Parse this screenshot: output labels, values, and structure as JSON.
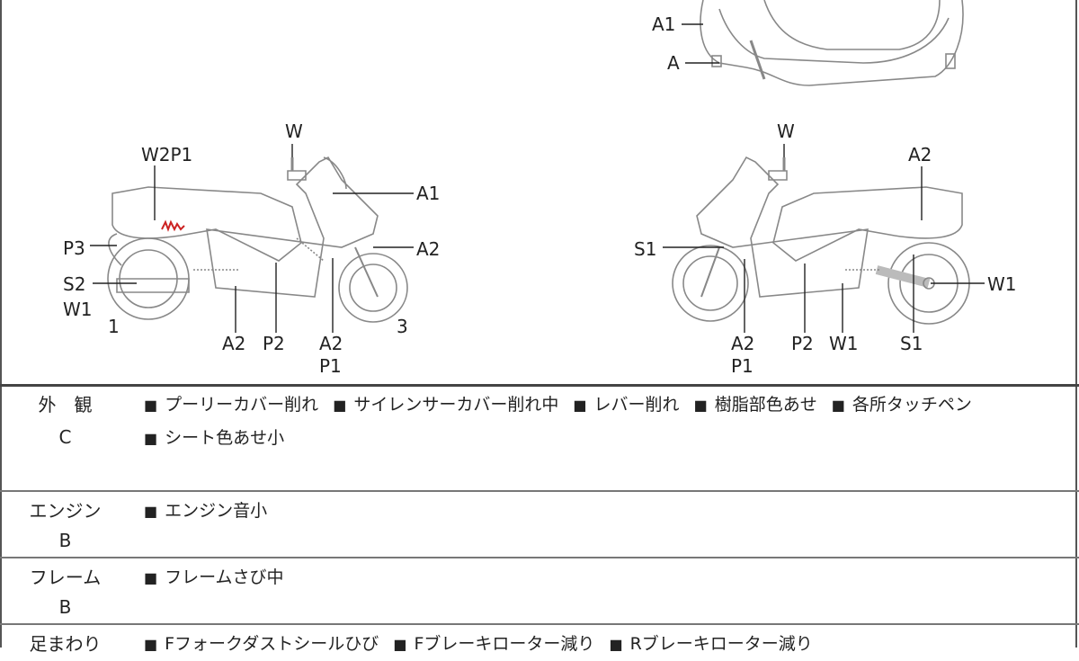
{
  "diagram": {
    "top_labels": [
      "A1",
      "A"
    ],
    "left_labels": [
      "W",
      "W2P1",
      "A1",
      "P3",
      "A2",
      "S2",
      "W1",
      "1",
      "3",
      "A2",
      "P2",
      "A2",
      "P1"
    ],
    "right_labels": [
      "W",
      "A2",
      "S1",
      "W1",
      "A2",
      "P1",
      "P2",
      "W1",
      "S1"
    ],
    "damage_mark_color": "#cc2222"
  },
  "rows": [
    {
      "category": "外　観",
      "grade": "C",
      "lines": [
        [
          "プーリーカバー削れ",
          "サイレンサーカバー削れ中",
          "レバー削れ",
          "樹脂部色あせ",
          "各所タッチペン"
        ],
        [
          "シート色あせ小"
        ]
      ]
    },
    {
      "category": "エンジン",
      "grade": "B",
      "lines": [
        [
          "エンジン音小"
        ]
      ]
    },
    {
      "category": "フレーム",
      "grade": "B",
      "lines": [
        [
          "フレームさび中"
        ]
      ]
    },
    {
      "category": "足まわり",
      "grade": "",
      "lines": [
        [
          "Fフォークダストシールひび",
          "Fブレーキローター減り",
          "Rブレーキローター減り"
        ]
      ]
    }
  ],
  "bullet": "■"
}
